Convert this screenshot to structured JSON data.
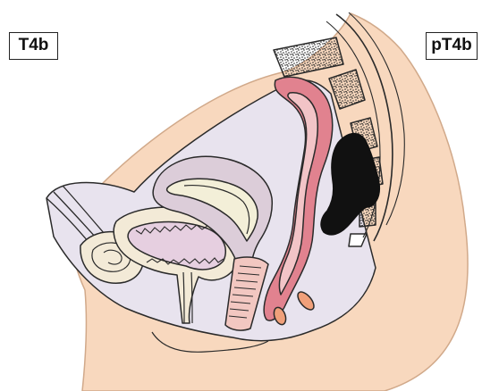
{
  "labels": {
    "left": "T4b",
    "right": "pT4b"
  },
  "colors": {
    "skin": "#f8d8be",
    "skin_outline": "#d1a98a",
    "peritoneum": "#e8e3ee",
    "bladder": "#f3ead7",
    "bladder_lining": "#e6cfe0",
    "uterus": "#dccdd9",
    "uterus_cavity": "#f3efd8",
    "rectum": "#e1828f",
    "rectum_lumen": "#f2c4c7",
    "vagina": "#f2c7c1",
    "sphincter": "#f0a07a",
    "bone": "#ffffff",
    "tumor": "#111111",
    "outline": "#2a2a2a"
  },
  "icons": {
    "anatomy": "sagittal-pelvis-illustration",
    "tumor": "tumor-mass-black"
  }
}
